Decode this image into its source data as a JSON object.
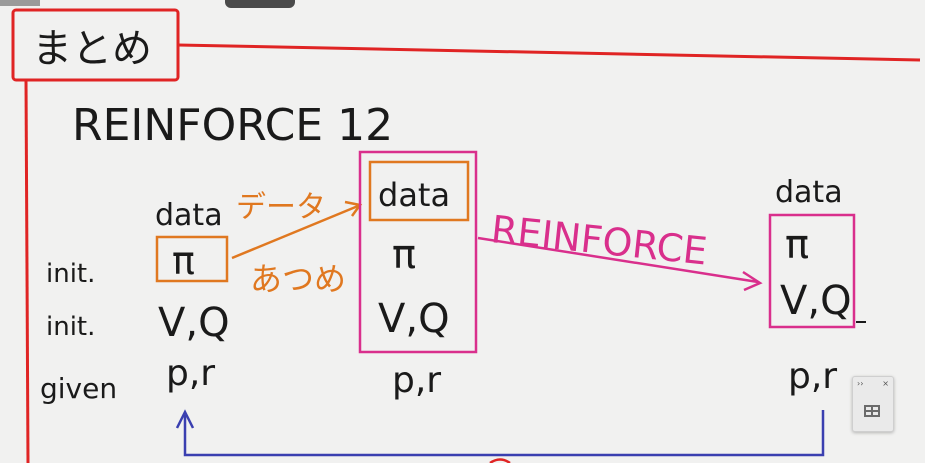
{
  "title": "まとめ",
  "heading": "REINFORCE 12",
  "left_column": {
    "row_labels": [
      "init.",
      "init.",
      "given"
    ],
    "items": [
      "data",
      "π",
      "V,Q",
      "p,r"
    ]
  },
  "middle_column": {
    "items": [
      "data",
      "π",
      "V,Q",
      "p,r"
    ]
  },
  "right_column": {
    "items": [
      "data",
      "π",
      "V,Q",
      "p,r"
    ]
  },
  "arrow_orange_top_label": "データ",
  "arrow_orange_bottom_label": "あつめ",
  "arrow_pink_label": "REINFORCE",
  "mini_panel": {
    "collapse_glyph": "››",
    "close_glyph": "×"
  }
}
